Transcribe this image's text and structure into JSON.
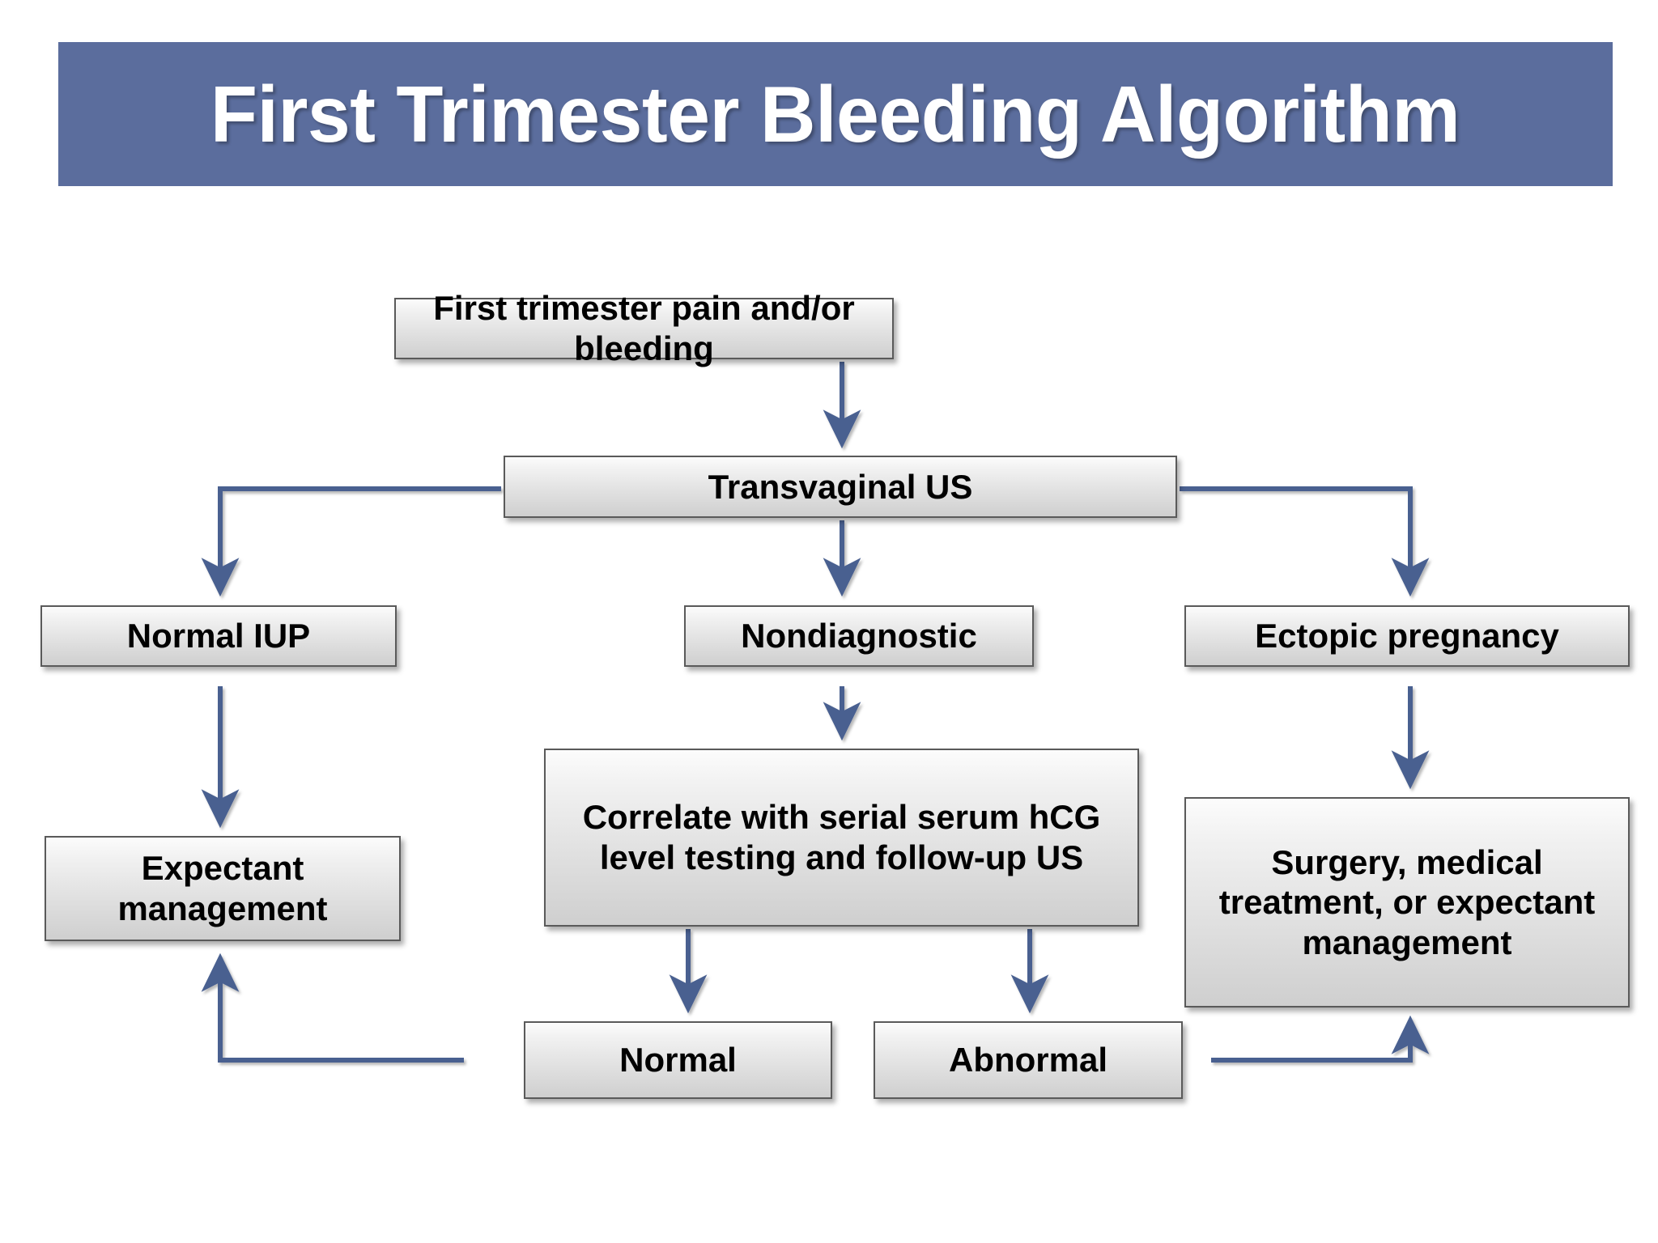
{
  "title": {
    "text": "First Trimester Bleeding Algorithm",
    "banner_color": "#5b6d9d",
    "text_color": "#ffffff"
  },
  "theme": {
    "box_border": "#5a5a5a",
    "box_fill_top": "#fcfcfc",
    "box_fill_bottom": "#cfcfcf",
    "arrow_color": "#4a6090",
    "background": "#ffffff",
    "text_color": "#000000"
  },
  "chart_data": {
    "type": "diagram",
    "title": "First Trimester Bleeding Algorithm",
    "nodes": [
      {
        "id": "entry",
        "label": "First trimester pain and/or bleeding"
      },
      {
        "id": "tvus",
        "label": "Transvaginal US"
      },
      {
        "id": "normal-iup",
        "label": "Normal IUP"
      },
      {
        "id": "nondiag",
        "label": "Nondiagnostic"
      },
      {
        "id": "ectopic",
        "label": "Ectopic pregnancy"
      },
      {
        "id": "expectant",
        "label": "Expectant management"
      },
      {
        "id": "correlate",
        "label": "Correlate with serial serum hCG level testing and follow-up US"
      },
      {
        "id": "surgery",
        "label": "Surgery, medical treatment, or expectant management"
      },
      {
        "id": "normal",
        "label": "Normal"
      },
      {
        "id": "abnormal",
        "label": "Abnormal"
      }
    ],
    "edges": [
      {
        "from": "entry",
        "to": "tvus",
        "style": "straight-down"
      },
      {
        "from": "tvus",
        "to": "normal-iup",
        "style": "elbow-left-down"
      },
      {
        "from": "tvus",
        "to": "nondiag",
        "style": "straight-down"
      },
      {
        "from": "tvus",
        "to": "ectopic",
        "style": "elbow-right-down"
      },
      {
        "from": "normal-iup",
        "to": "expectant",
        "style": "straight-down"
      },
      {
        "from": "nondiag",
        "to": "correlate",
        "style": "straight-down"
      },
      {
        "from": "ectopic",
        "to": "surgery",
        "style": "straight-down"
      },
      {
        "from": "correlate",
        "to": "normal",
        "style": "straight-down"
      },
      {
        "from": "correlate",
        "to": "abnormal",
        "style": "straight-down"
      },
      {
        "from": "normal",
        "to": "expectant",
        "style": "elbow-left-up"
      },
      {
        "from": "abnormal",
        "to": "surgery",
        "style": "elbow-right-up"
      }
    ]
  },
  "nodes": {
    "entry": {
      "label": "First trimester pain and/or bleeding"
    },
    "tvus": {
      "label": "Transvaginal US"
    },
    "normal_iup": {
      "label": "Normal IUP"
    },
    "nondiag": {
      "label": "Nondiagnostic"
    },
    "ectopic": {
      "label": "Ectopic pregnancy"
    },
    "expectant": {
      "label": "Expectant management"
    },
    "correlate": {
      "label": "Correlate with serial serum hCG level testing and follow-up US"
    },
    "surgery": {
      "label": "Surgery, medical treatment, or expectant management"
    },
    "normal": {
      "label": "Normal"
    },
    "abnormal": {
      "label": "Abnormal"
    }
  }
}
